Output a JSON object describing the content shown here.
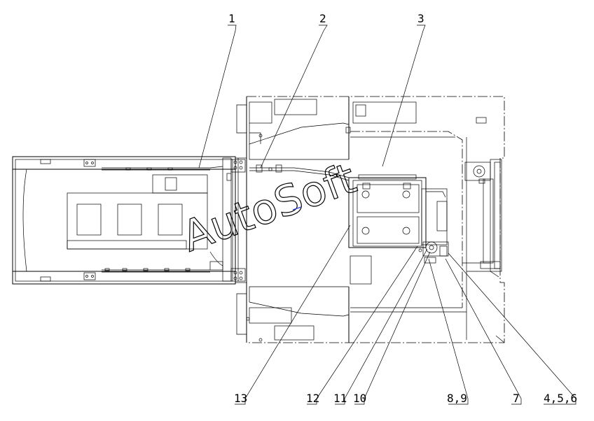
{
  "watermark": {
    "text": "AutoSoft"
  },
  "callouts": {
    "c1": "1",
    "c2": "2",
    "c3": "3",
    "c13": "13",
    "c12": "12",
    "c11": "11",
    "c10": "10",
    "c8_9": "8,9",
    "c7": "7",
    "c4_5_6": "4,5,6"
  }
}
